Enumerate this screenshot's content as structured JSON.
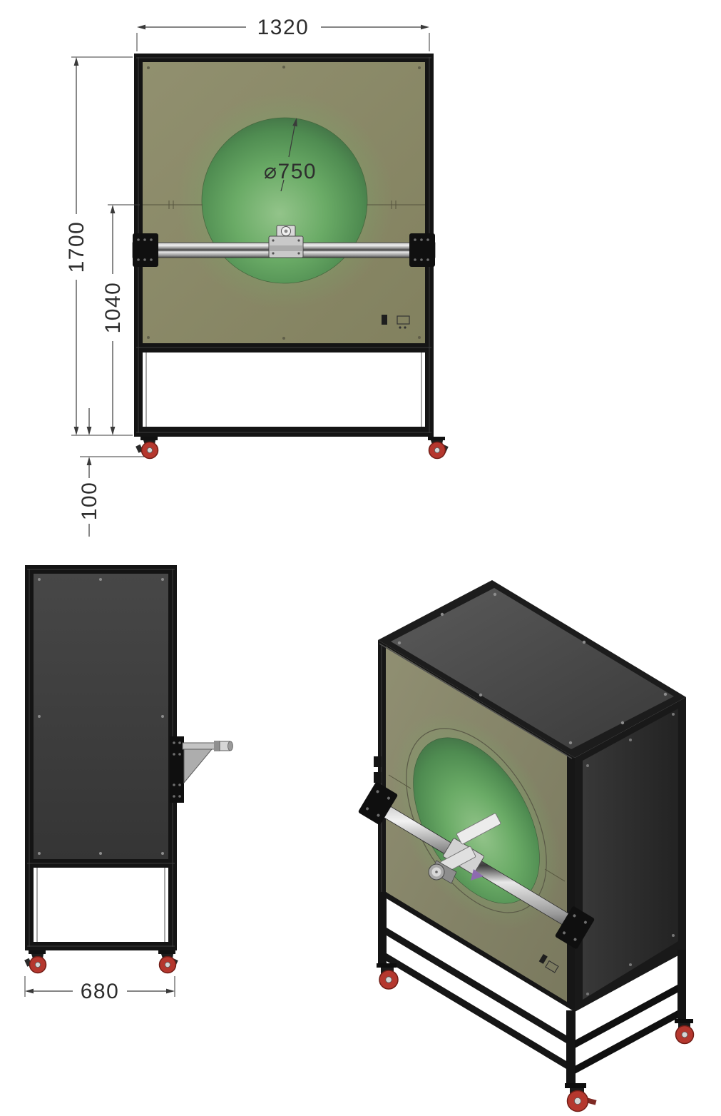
{
  "drawing": {
    "front_view": {
      "dims": {
        "overall_width": "1320",
        "overall_height": "1700",
        "beam_axis_height": "1040",
        "caster_height": "100",
        "aperture_diameter": "⌀750"
      }
    },
    "side_view": {
      "dims": {
        "overall_depth": "680"
      }
    },
    "colors": {
      "front_panel_olive": "#8B8A6F",
      "aperture_green": "#64A762",
      "frame_black": "#141414",
      "dark_panel_gray": "#3E3E3E",
      "caster_wheel_red": "#B5372E",
      "dimension_line": "#3A3A3A",
      "dimension_text": "#2E2E2E",
      "background": "#FFFFFF"
    }
  }
}
